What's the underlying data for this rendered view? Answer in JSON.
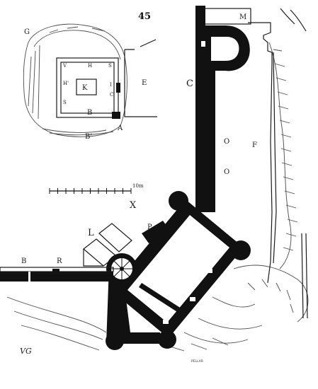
{
  "page_number": "45",
  "engraver_signature": "PELLAR",
  "monogram": "VG",
  "scale_bar": {
    "label": "10m",
    "ticks": 10
  },
  "inset_labels": {
    "G": "G",
    "V": "V",
    "H": "H",
    "S_top": "S",
    "H_prime": "H'",
    "K": "K",
    "I": "I",
    "C": "C",
    "S_left": "S",
    "B": "B",
    "B_prime": "B'",
    "A": "A",
    "E": "E"
  },
  "main_labels": {
    "M": "M",
    "C": "C",
    "F": "F",
    "O1": "O",
    "O2": "O",
    "X": "X",
    "L": "L",
    "P": "P",
    "B": "B",
    "R": "R"
  }
}
